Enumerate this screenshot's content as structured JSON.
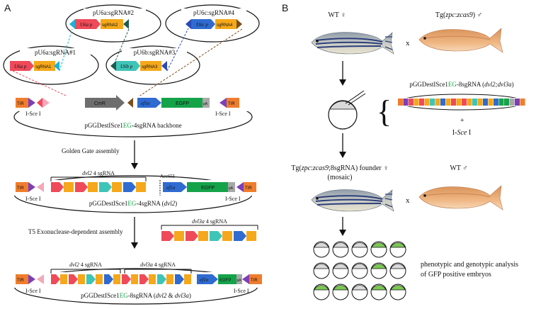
{
  "panel_a": {
    "label": "A",
    "plasmids": {
      "p1": "pU6a:sgRNA#1",
      "p2": "pU6a:sgRNA#2",
      "p3": "pU6b:sgRNA#3",
      "p4": "pU6c:sgRNA#4"
    },
    "promoters": {
      "u6a": "U6a p",
      "u6b": "U6b p",
      "u6c": "U6c p"
    },
    "sgrnas": {
      "s1": "sgRNA1",
      "s2": "sgRNA2",
      "s3": "sgRNA3",
      "s4": "sgRNA4"
    },
    "elements": {
      "tir": "TIR",
      "isce": "I-Sce I",
      "cmr": "CmR",
      "ef1a": "ef1α",
      "egfp": "EGFP",
      "pa": "pA",
      "acc65i": "Acc65I"
    },
    "backbone_parts": {
      "prefix": "pGGDestISce1",
      "eg": "EG",
      "suffix": "-4sgRNA backbone"
    },
    "step1": "Golden Gate assembly",
    "dvl2_label": {
      "italic": "dvl2",
      "rest": " 4 sgRNA"
    },
    "construct1_parts": {
      "prefix": "pGGDestISce1",
      "eg": "EG",
      "mid": "-4sgRNA (",
      "gene": "dvl2",
      "end": ")"
    },
    "step2": "T5 Exonuclease-dependent assembly",
    "dvl3a_label": {
      "italic": "dvl3a",
      "rest": " 4 sgRNA"
    },
    "construct2_parts": {
      "prefix": "pGGDestISce1",
      "eg": "EG",
      "mid": "-8sgRNA (",
      "gene1": "dvl2",
      "amp": " & ",
      "gene2": "dvl3a",
      "end": ")"
    }
  },
  "panel_b": {
    "label": "B",
    "wt_female": "WT ♀",
    "tg_male": {
      "pre": "Tg(",
      "italic": "zpc",
      "mid": ":",
      "italic2": "zcas9",
      "post": ")  ♂"
    },
    "cross": "x",
    "plasmid_parts": {
      "prefix": "pGGDestISce1",
      "eg": "EG",
      "mid": "-8sgRNA (",
      "gene": "dvl2;dvl3a",
      "end": ")"
    },
    "plus": "+",
    "enzyme": {
      "pre": "I-",
      "italic": "Sce",
      "post": " I"
    },
    "founder": {
      "pre": "Tg(",
      "italic": "zpc",
      "mid": ":",
      "italic2": "zcas9",
      "post": ";8sgRNA) founder ♀"
    },
    "mosaic": "(mosaic)",
    "wt_male": "WT ♂",
    "analysis_line1": "phenotypic and genotypic analysis",
    "analysis_line2": "of GFP positive embryos"
  },
  "colors": {
    "u6a": "#ef4a5a",
    "u6b": "#3fc4b8",
    "u6c": "#2f6bd0",
    "sgrna": "#f5a81b",
    "tir": "#ef7d2c",
    "isce": "#7b3fb8",
    "cmr": "#6e6e6e",
    "egfp": "#15a34a",
    "pa": "#a8a8a8",
    "gfp_embryo": "#7dc855"
  }
}
